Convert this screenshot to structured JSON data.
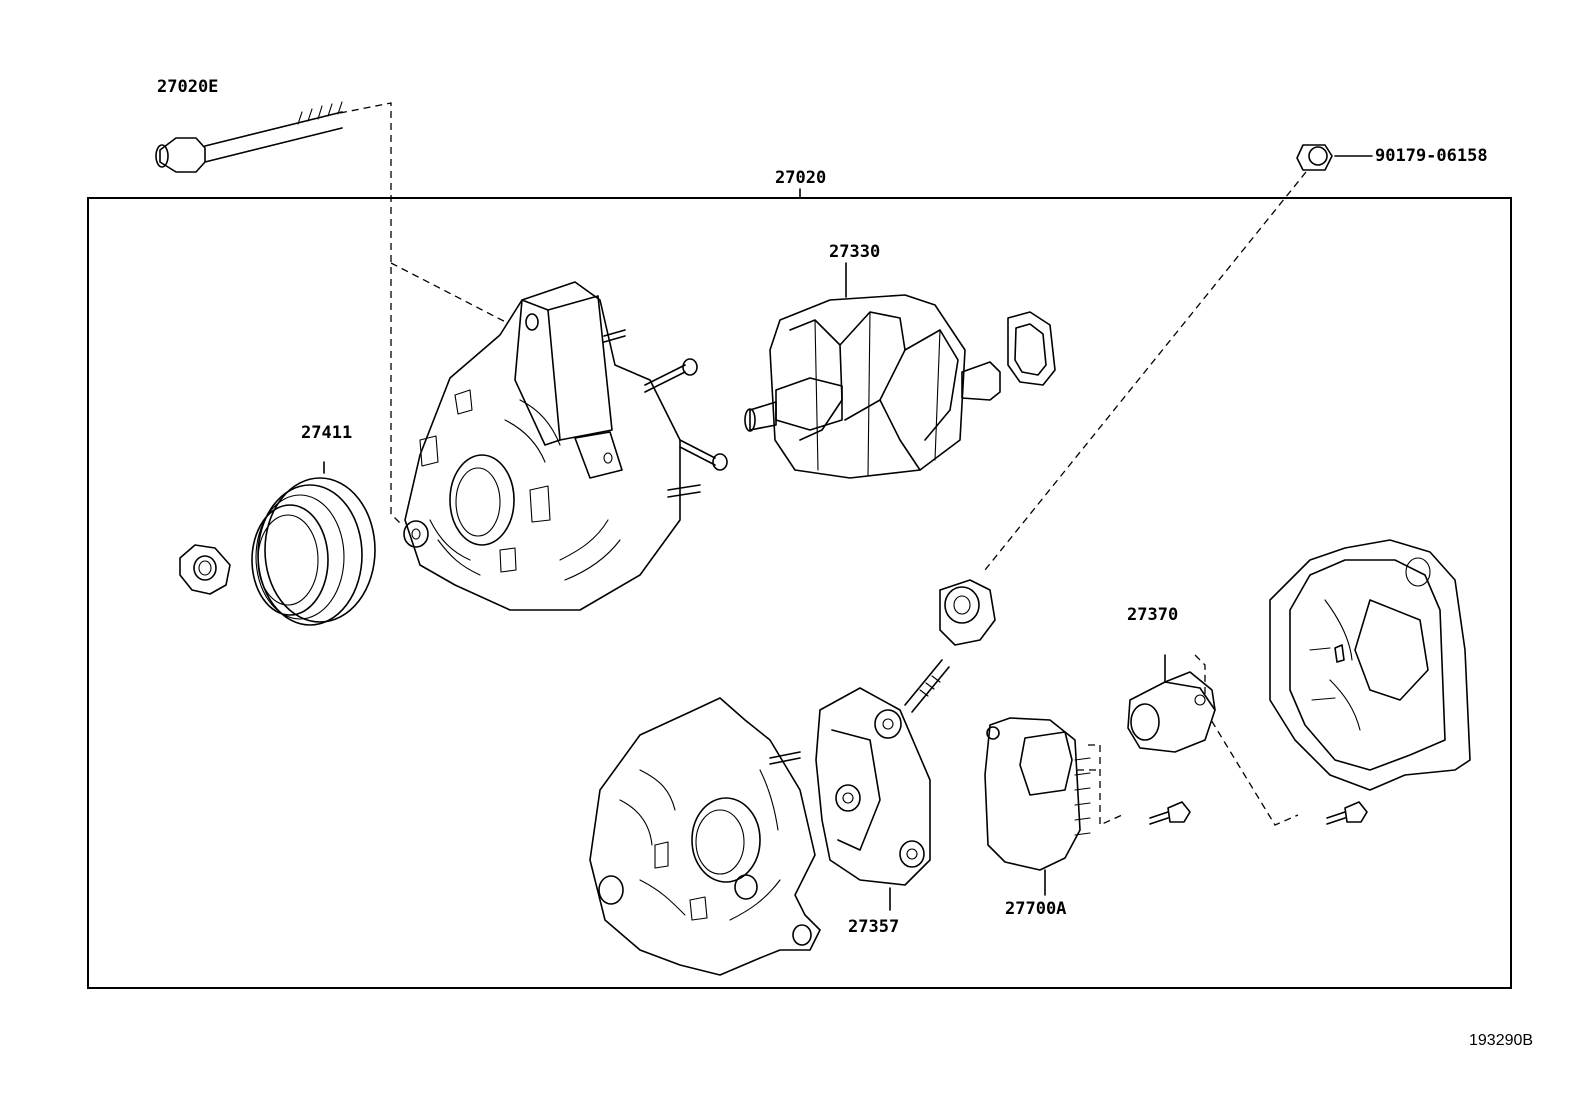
{
  "labels": {
    "bolt": "27020E",
    "assembly": "27020",
    "grommet_part": "90179-06158",
    "rotor": "27330",
    "pulley": "27411",
    "holder": "27370",
    "rectifier": "27357",
    "regulator": "27700A"
  },
  "figure_id": "193290B"
}
